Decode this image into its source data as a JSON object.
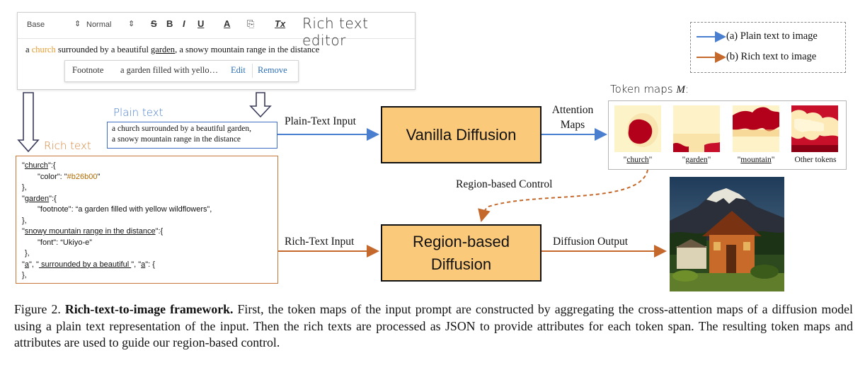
{
  "editor": {
    "title": "Rich text editor",
    "select_style": "Base",
    "select_size": "Normal",
    "buttons": {
      "strike": "S",
      "bold": "B",
      "italic": "I",
      "underline": "U",
      "color": "A",
      "footnote": "⎘",
      "clear": "Tx"
    },
    "text_pre": "a ",
    "text_church": "church",
    "text_mid": " surrounded by a beautiful ",
    "text_garden": "garden",
    "text_post": ", a snowy mountain range in the distance",
    "footnote_label": "Footnote",
    "footnote_text": "a garden filled with yello…",
    "footnote_edit": "Edit",
    "footnote_remove": "Remove",
    "church_color": "#e89b2e"
  },
  "legend": {
    "plain": "(a) Plain text to image",
    "rich": "(b) Rich text to image",
    "plain_color": "#4a7fcf",
    "rich_color": "#c4682c"
  },
  "plain_text": {
    "label": "Plain text",
    "line1": "a church surrounded by a beautiful garden,",
    "line2": "a snowy mountain range in the distance"
  },
  "rich_text": {
    "label": "Rich text",
    "lines": [
      {
        "k": "\"church\":{",
        "u": "church"
      },
      {
        "k": "\"color\": \"#b26b00\""
      },
      {
        "k": "},"
      },
      {
        "k": "\"garden\":{"
      },
      {
        "k": "\"footnote\": “a garden filled with yellow wildflowers”,"
      },
      {
        "k": "},"
      },
      {
        "k": "\"snowy mountain range in the distance\":{"
      },
      {
        "k": "\"font\": “Ukiyo-e”"
      },
      {
        "k": "},"
      },
      {
        "k": "\"a\", \" surrounded by a beautiful \", \" a \": {"
      },
      {
        "k": "},"
      }
    ],
    "l1_key": "church",
    "l1_rest": "\":{",
    "l2": "\"color\": \"#b26b00\"",
    "l3": "},",
    "l4_key": "garden",
    "l4_rest": "\":{",
    "l5": "\"footnote\": “a garden filled with yellow wildflowers”,",
    "l6": "},",
    "l7_key": "snowy mountain range in the distance",
    "l7_rest": "\":{",
    "l8": "\"font\": “Ukiyo-e”",
    "l9": "},",
    "l10_a1": "a",
    "l10_mid": " surrounded by a beautiful ",
    "l10_a2": "a",
    "l11": "},",
    "value_color": "#b26b00"
  },
  "nodes": {
    "vanilla": "Vanilla Diffusion",
    "region_line1": "Region-based",
    "region_line2": "Diffusion"
  },
  "edges": {
    "plain_input": "Plain-Text Input",
    "rich_input": "Rich-Text Input",
    "attention_line1": "Attention",
    "attention_line2": "Maps",
    "region_control": "Region-based Control",
    "diffusion_output": "Diffusion Output"
  },
  "token_maps": {
    "title_prefix": "Token maps ",
    "title_symbol": "M",
    "title_suffix": ":",
    "captions": [
      "\"church\"",
      "\"garden\"",
      "\"mountain\"",
      "Other tokens"
    ],
    "underline_words": [
      "church",
      "garden",
      "mountain"
    ]
  },
  "caption": {
    "fig": "Figure 2.",
    "bold": "Rich-text-to-image framework.",
    "body": "First, the token maps of the input prompt are constructed by aggregating the cross-attention maps of a diffusion model using a plain text representation of the input. Then the rich texts are processed as JSON to provide attributes for each token span. The resulting token maps and attributes are used to guide our region-based control."
  }
}
